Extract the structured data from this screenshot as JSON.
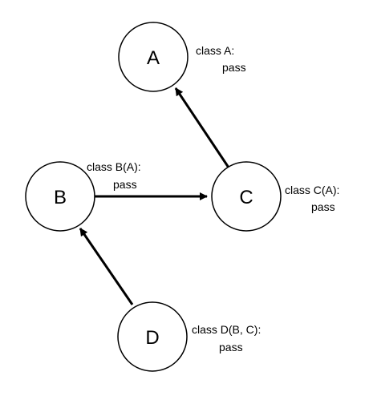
{
  "nodes": [
    {
      "id": "A",
      "label": "A",
      "code": [
        "class A:",
        "pass"
      ]
    },
    {
      "id": "B",
      "label": "B",
      "code": [
        "class B(A):",
        "pass"
      ]
    },
    {
      "id": "C",
      "label": "C",
      "code": [
        "class C(A):",
        "pass"
      ]
    },
    {
      "id": "D",
      "label": "D",
      "code": [
        "class D(B, C):",
        "pass"
      ]
    }
  ],
  "edges": [
    {
      "from": "C",
      "to": "A"
    },
    {
      "from": "B",
      "to": "C"
    },
    {
      "from": "D",
      "to": "B"
    }
  ],
  "colors": {
    "stroke": "#000000",
    "fill": "#ffffff"
  }
}
